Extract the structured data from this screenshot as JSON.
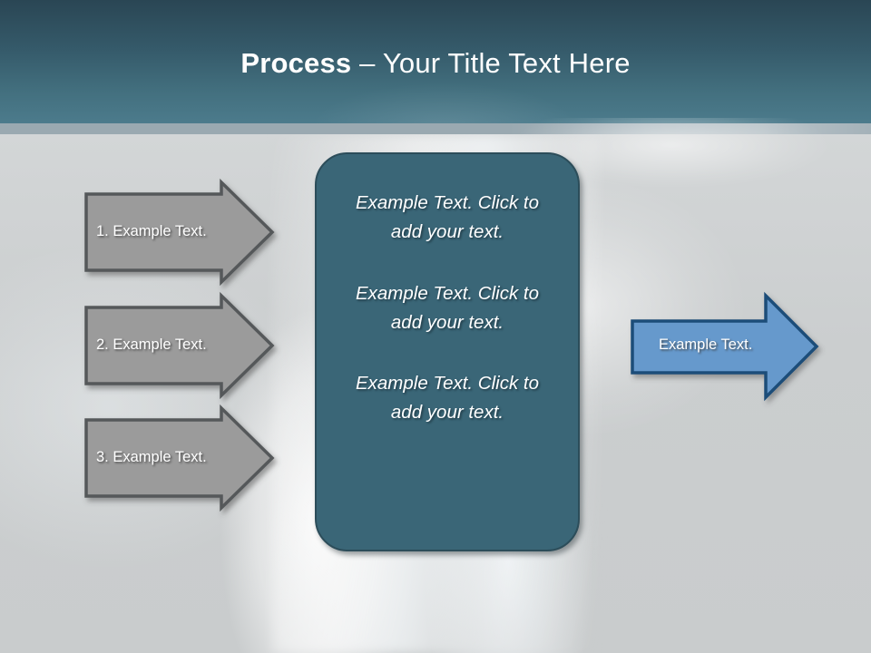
{
  "slide": {
    "title_strong": "Process",
    "title_rest": " – Your Title Text Here",
    "colors": {
      "header_top": "#2a4654",
      "header_bottom": "#4c7b8c",
      "header_band": "#9aa9b1",
      "body_background": "#cdd0d1",
      "center_panel_fill": "#3a6677",
      "center_panel_border": "#2c4d5a",
      "gray_arrow_fill": "#9b9b9b",
      "gray_arrow_border": "#54585a",
      "blue_arrow_fill": "#6699cc",
      "blue_arrow_border": "#1f4e79",
      "text_white": "#ffffff"
    }
  },
  "left_arrows": [
    {
      "label": "1. Example Text.",
      "icon": "right-arrow-icon"
    },
    {
      "label": "2. Example Text.",
      "icon": "right-arrow-icon"
    },
    {
      "label": "3. Example Text.",
      "icon": "right-arrow-icon"
    }
  ],
  "center_panel": {
    "paragraphs": [
      "Example Text. Click  to add your text.",
      "Example Text. Click  to add your text.",
      "Example Text. Click  to add your text."
    ]
  },
  "right_arrow": {
    "label": "Example Text.",
    "icon": "right-arrow-icon"
  }
}
